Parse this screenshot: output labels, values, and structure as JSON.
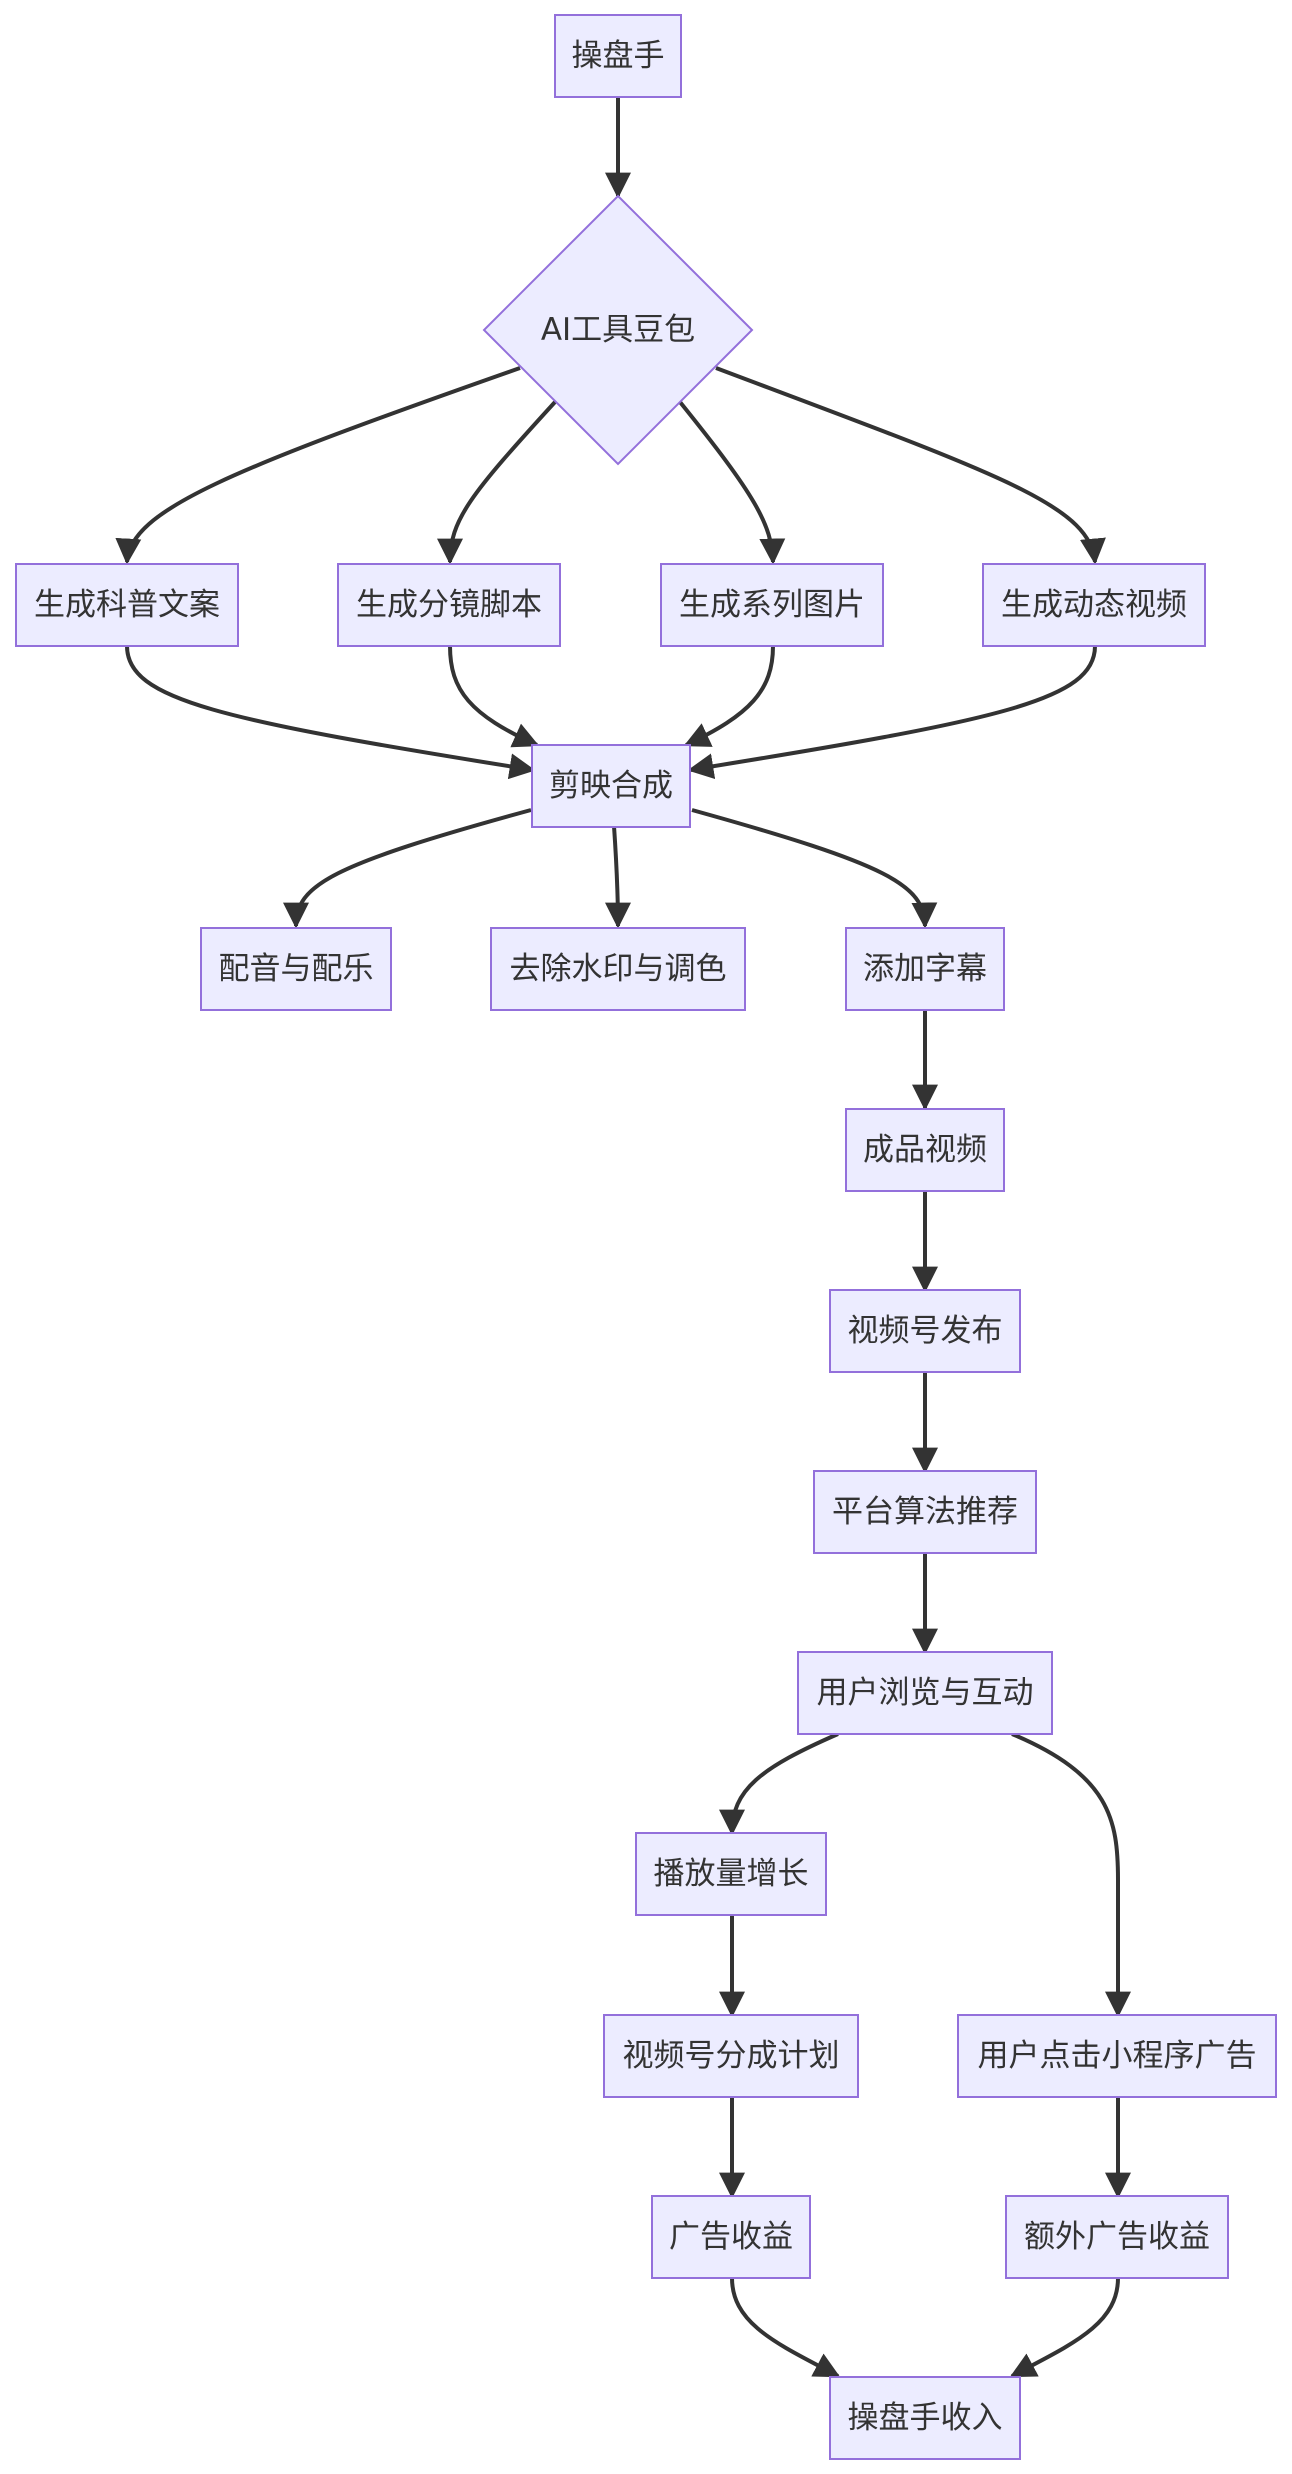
{
  "colors": {
    "node_fill": "#ECECFF",
    "node_stroke": "#9370DB",
    "edge": "#333333",
    "text": "#333333"
  },
  "nodes": {
    "operator": "操盘手",
    "ai_tool": "AI工具豆包",
    "gen_copy": "生成科普文案",
    "gen_storyboard": "生成分镜脚本",
    "gen_images": "生成系列图片",
    "gen_video": "生成动态视频",
    "capcut": "剪映合成",
    "dub_music": "配音与配乐",
    "watermark_color": "去除水印与调色",
    "subtitles": "添加字幕",
    "final_video": "成品视频",
    "publish": "视频号发布",
    "algorithm": "平台算法推荐",
    "browse": "用户浏览与互动",
    "plays_growth": "播放量增长",
    "revenue_share": "视频号分成计划",
    "ad_click": "用户点击小程序广告",
    "ad_revenue": "广告收益",
    "extra_ad_revenue": "额外广告收益",
    "operator_income": "操盘手收入"
  }
}
